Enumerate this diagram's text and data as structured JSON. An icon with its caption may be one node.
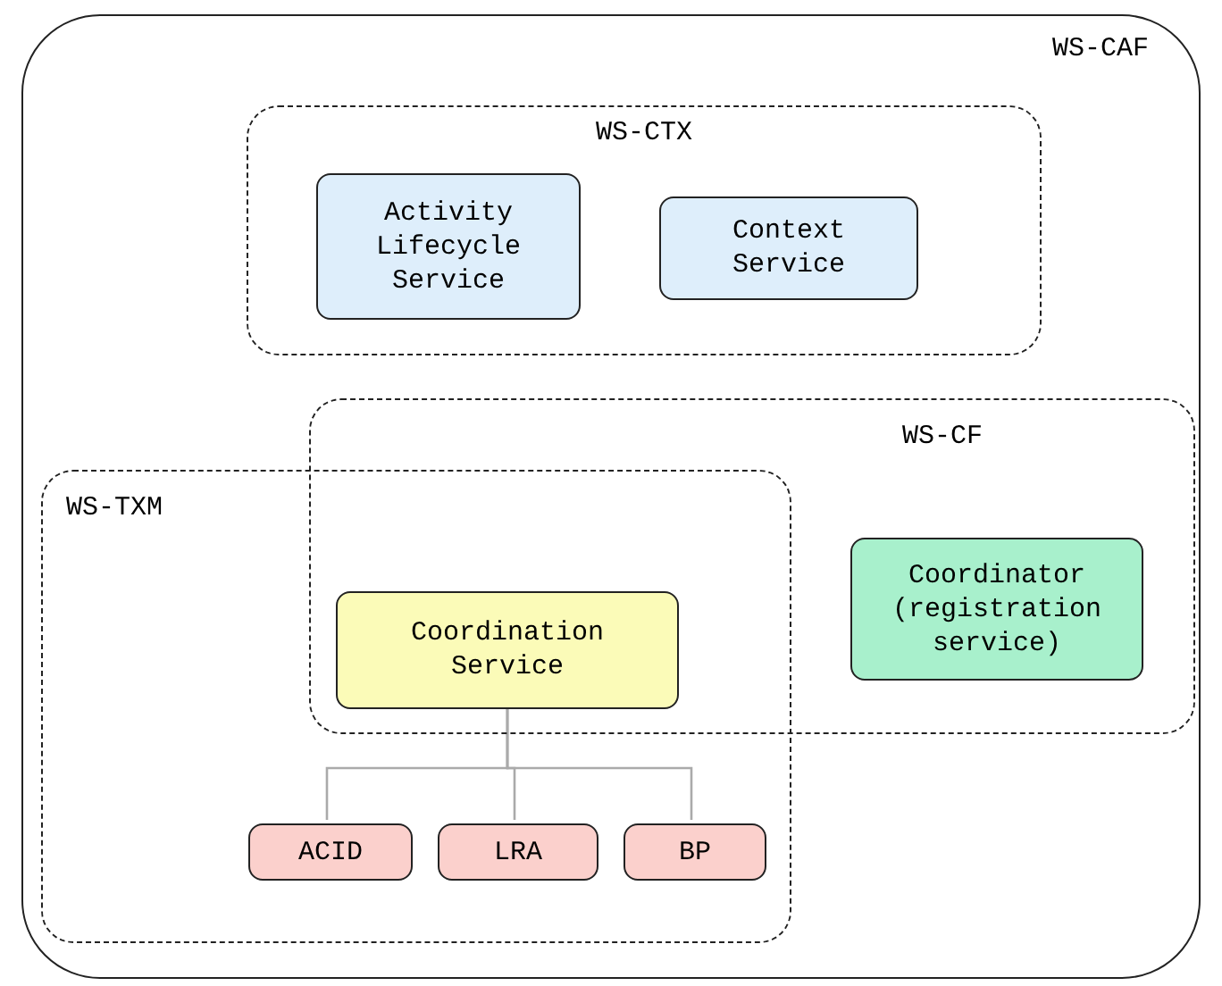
{
  "diagram": {
    "nodes": [
      {
        "text": [
          "WS-CAF"
        ]
      },
      {
        "text": [
          "WS-CTX"
        ],
        "in": 0
      },
      {
        "text": [
          "Activity Lifecycle Service"
        ],
        "in": 1
      },
      {
        "text": [
          "Context Service"
        ],
        "in": 1
      },
      {
        "text": [
          "WS-CF"
        ],
        "in": 0
      },
      {
        "text": [
          "WS-TXM"
        ],
        "in": 0
      },
      {
        "text": [
          "Coordinator (registration service)"
        ],
        "in": 4
      },
      {
        "text": [
          "Coordination Service"
        ]
      },
      {
        "text": [
          "ACID"
        ],
        "in": 5
      },
      {
        "text": [
          "LRA"
        ],
        "in": 5
      },
      {
        "text": [
          "BP"
        ],
        "in": 5
      }
    ],
    "edges": [
      {
        "from": 7,
        "to": 8,
        "arrow": "none"
      },
      {
        "from": 7,
        "to": 9,
        "arrow": "none"
      },
      {
        "from": 7,
        "to": 10,
        "arrow": "none"
      }
    ]
  }
}
